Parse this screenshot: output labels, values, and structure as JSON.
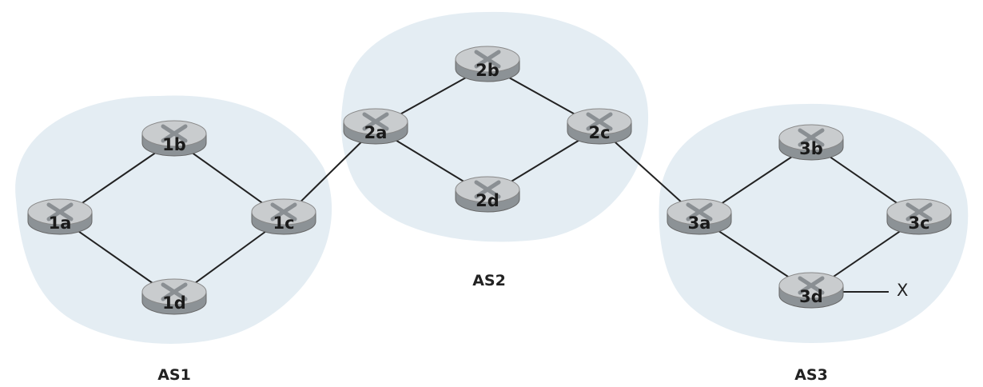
{
  "title": "Three autonomous systems network",
  "autonomous_systems": [
    {
      "id": "AS1",
      "label": "AS1"
    },
    {
      "id": "AS2",
      "label": "AS2"
    },
    {
      "id": "AS3",
      "label": "AS3"
    }
  ],
  "routers": [
    {
      "id": "1a",
      "label": "1a"
    },
    {
      "id": "1b",
      "label": "1b"
    },
    {
      "id": "1c",
      "label": "1c"
    },
    {
      "id": "1d",
      "label": "1d"
    },
    {
      "id": "2a",
      "label": "2a"
    },
    {
      "id": "2b",
      "label": "2b"
    },
    {
      "id": "2c",
      "label": "2c"
    },
    {
      "id": "2d",
      "label": "2d"
    },
    {
      "id": "3a",
      "label": "3a"
    },
    {
      "id": "3b",
      "label": "3b"
    },
    {
      "id": "3c",
      "label": "3c"
    },
    {
      "id": "3d",
      "label": "3d"
    }
  ],
  "links": [
    [
      "1a",
      "1b"
    ],
    [
      "1b",
      "1c"
    ],
    [
      "1a",
      "1d"
    ],
    [
      "1d",
      "1c"
    ],
    [
      "1c",
      "2a"
    ],
    [
      "2a",
      "2b"
    ],
    [
      "2b",
      "2c"
    ],
    [
      "2a",
      "2d"
    ],
    [
      "2d",
      "2c"
    ],
    [
      "2c",
      "3a"
    ],
    [
      "3a",
      "3b"
    ],
    [
      "3b",
      "3c"
    ],
    [
      "3a",
      "3d"
    ],
    [
      "3d",
      "3c"
    ],
    [
      "3d",
      "X"
    ]
  ],
  "destination": {
    "label": "X"
  },
  "colors": {
    "as_fill": "#e4edf3",
    "router_top": "#c9ccce",
    "router_side": "#8c9296"
  }
}
